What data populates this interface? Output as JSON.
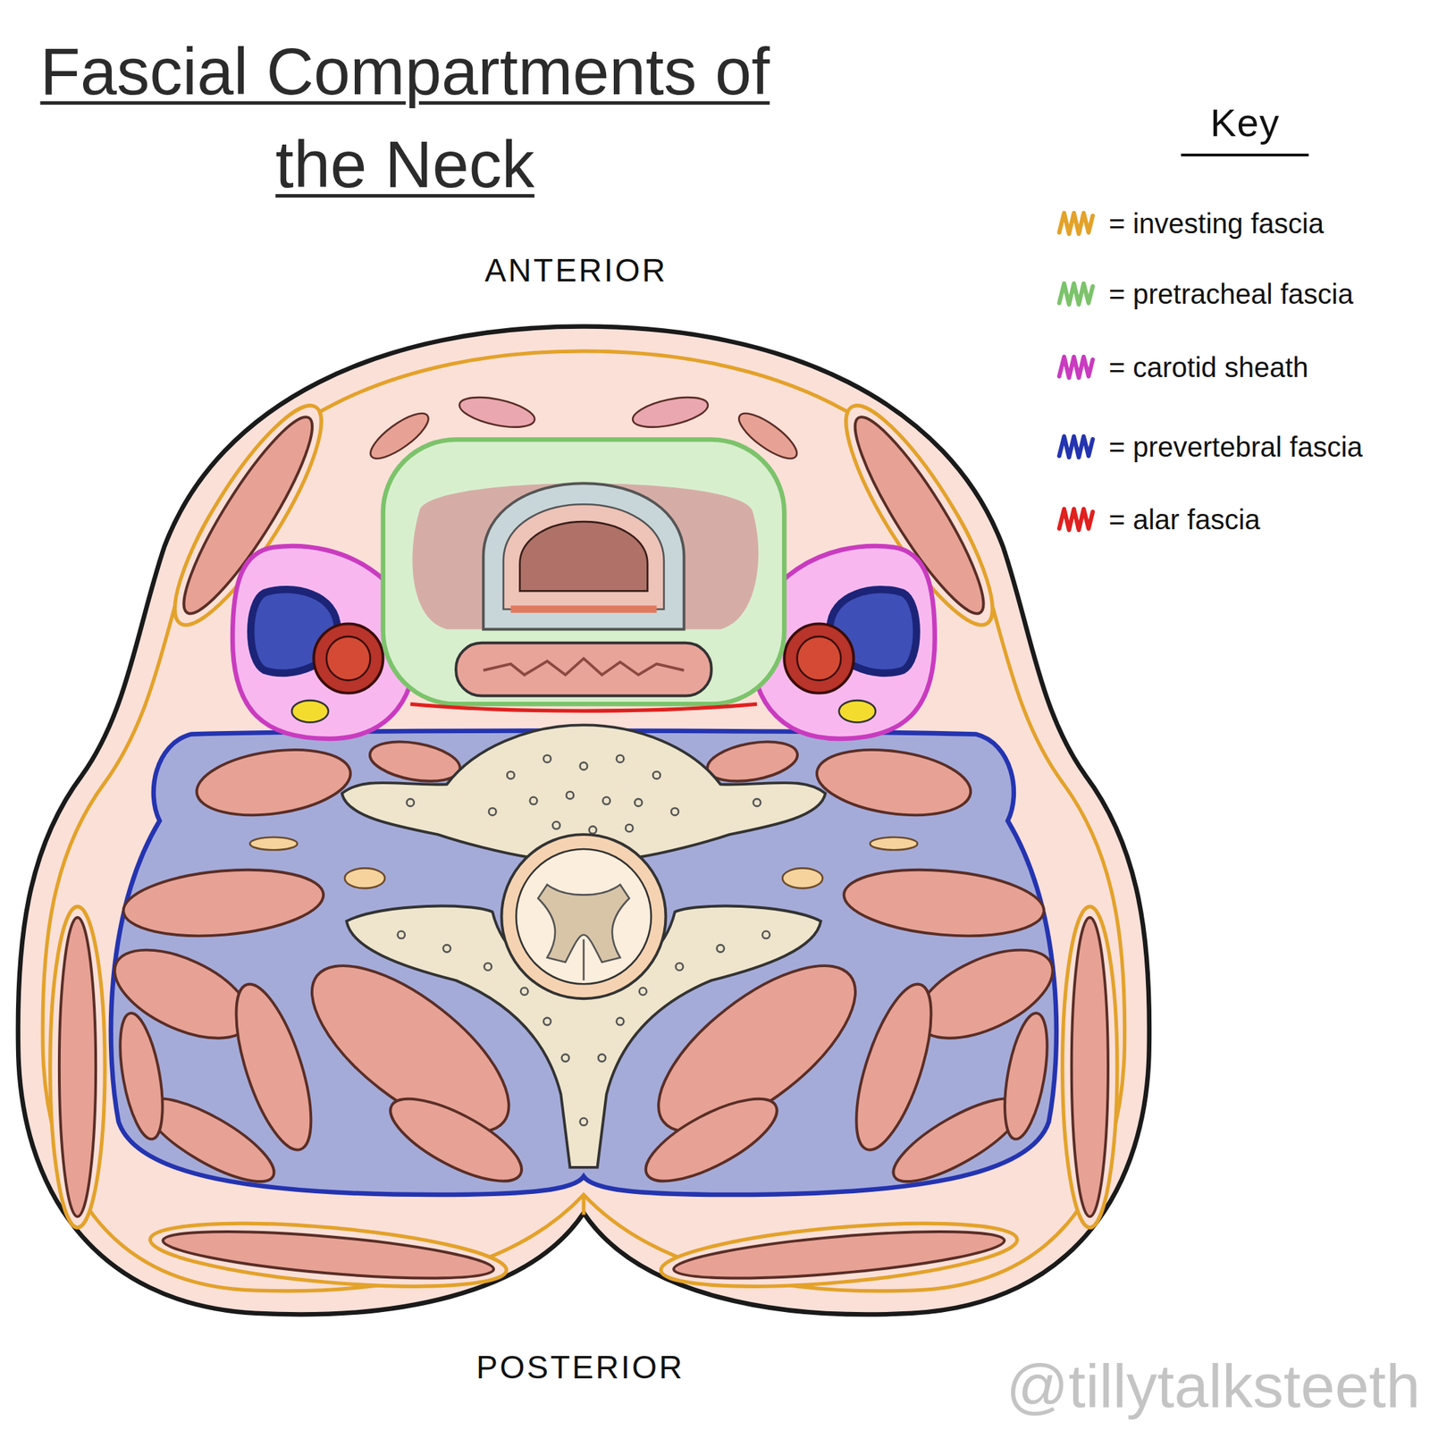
{
  "diagram": {
    "title": "Fascial Compartments of the Neck",
    "labels": [
      "ANTERIOR",
      "POSTERIOR",
      "Key",
      "@tillytalksteeth"
    ],
    "legend": [
      {
        "text": "= investing fascia",
        "color": "#e3a22a"
      },
      {
        "text": "= pretracheal fascia",
        "color": "#7cc36b"
      },
      {
        "text": "= carotid sheath",
        "color": "#c93bbf"
      },
      {
        "text": "= prevertebral fascia",
        "color": "#2434b0"
      },
      {
        "text": "= alar fascia",
        "color": "#e0201e"
      }
    ]
  }
}
